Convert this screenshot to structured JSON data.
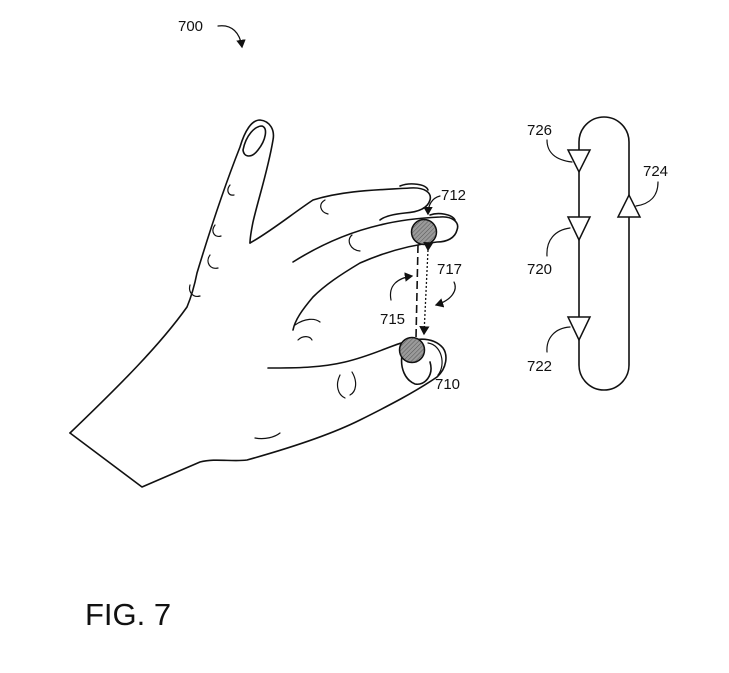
{
  "figure": {
    "title": "FIG. 7",
    "reference_label": "700"
  },
  "hand": {
    "labels": {
      "thumb_contact": "710",
      "finger_contact": "712",
      "distance_a": "715",
      "distance_b": "717"
    }
  },
  "state_diagram": {
    "labels": {
      "state_top": "726",
      "state_middle": "720",
      "state_bottom": "722",
      "return_path": "724"
    }
  },
  "colors": {
    "ink": "#111111",
    "contact_fill": "#8a8a8a",
    "background": "#ffffff"
  }
}
